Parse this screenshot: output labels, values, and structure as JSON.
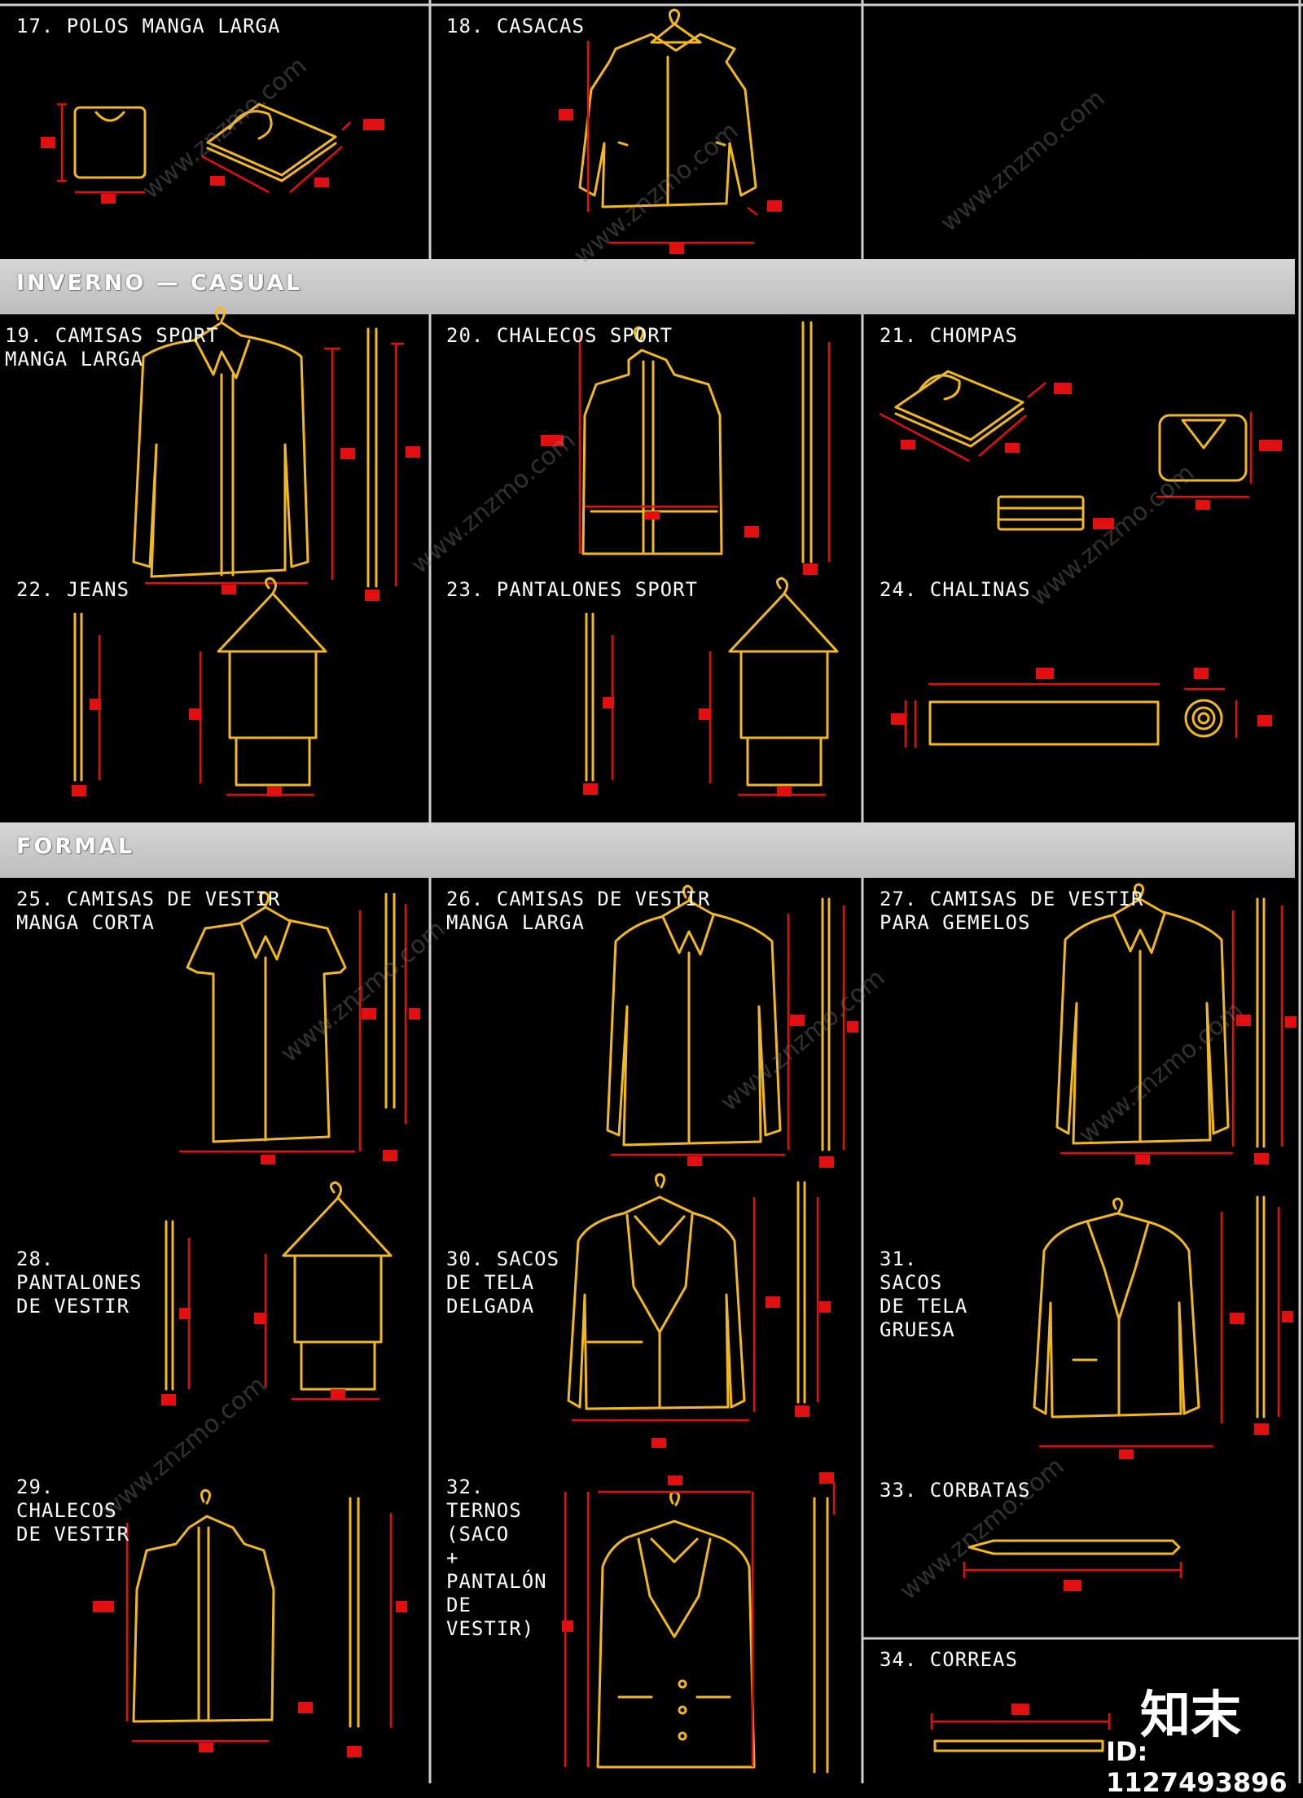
{
  "bands": [
    {
      "id": "invierno",
      "label": "INVERNO — CASUAL"
    },
    {
      "id": "formal",
      "label": "FORMAL"
    }
  ],
  "items": {
    "i17": "17. POLOS MANGA LARGA",
    "i18": "18. CASACAS",
    "i19": "19. CAMISAS SPORT\nMANGA LARGA",
    "i20": "20. CHALECOS SPORT",
    "i21": "21. CHOMPAS",
    "i22": "22. JEANS",
    "i23": "23. PANTALONES SPORT",
    "i24": "24. CHALINAS",
    "i25": "25. CAMISAS DE VESTIR\nMANGA CORTA",
    "i26": "26. CAMISAS DE VESTIR\nMANGA LARGA",
    "i27": "27. CAMISAS DE VESTIR\nPARA GEMELOS",
    "i28": "28.\nPANTALONES\nDE VESTIR",
    "i30": "30. SACOS\nDE TELA\nDELGADA",
    "i31": "31.\nSACOS\nDE TELA\nGRUESA",
    "i29": "29.\nCHALECOS\nDE VESTIR",
    "i32": "32.\nTERNOS\n(SACO\n+\nPANTALÓN\nDE\nVESTIR)",
    "i33": "33. CORBATAS",
    "i34": "34. CORREAS"
  },
  "watermark": {
    "text": "www.znzmo.com",
    "logo": "知末",
    "id_label": "ID: 1127493896"
  },
  "colors": {
    "background": "#000000",
    "garment_stroke": "#f2b820",
    "dimension_marks": "#e01010",
    "band": "#c8c8c8",
    "grid_lines": "#cfcfcf"
  }
}
